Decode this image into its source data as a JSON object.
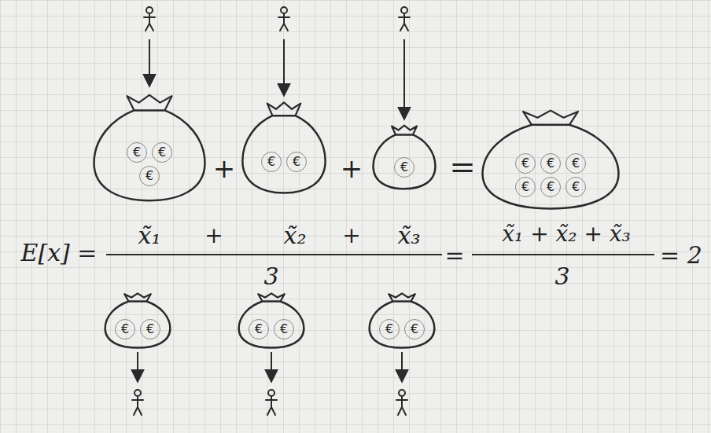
{
  "diagram": {
    "nodes": [
      {
        "text": [
          "€",
          "€",
          "€"
        ]
      },
      {
        "text": [
          "€",
          "€"
        ]
      },
      {
        "text": [
          "€"
        ]
      },
      {
        "text": [
          "€",
          "€",
          "€",
          "€",
          "€",
          "€"
        ]
      },
      {
        "text": [
          "€",
          "€"
        ]
      },
      {
        "text": [
          "€",
          "€"
        ]
      },
      {
        "text": [
          "€",
          "€"
        ]
      }
    ],
    "labels": [
      "+",
      "+",
      "=",
      "E[x] =",
      "x̃₁",
      "+",
      "x̃₂",
      "+",
      "x̃₃",
      "3",
      "=",
      "x̃₁ + x̃₂ + x̃₃",
      "3",
      "= 2"
    ]
  }
}
